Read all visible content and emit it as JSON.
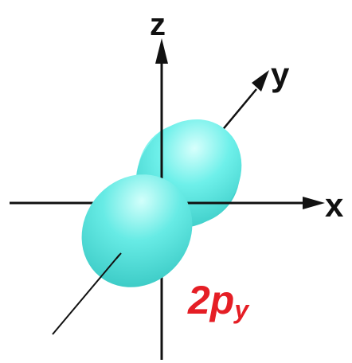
{
  "axes": {
    "x_label": "x",
    "y_label": "y",
    "z_label": "z"
  },
  "orbital": {
    "main": "2p",
    "subscript": "y"
  },
  "colors": {
    "lobe_fill": "#66ebe6",
    "lobe_highlight": "#c9fffb",
    "lobe_shadow": "#3fd0cb",
    "label": "#e51e25",
    "axis": "#111111"
  }
}
